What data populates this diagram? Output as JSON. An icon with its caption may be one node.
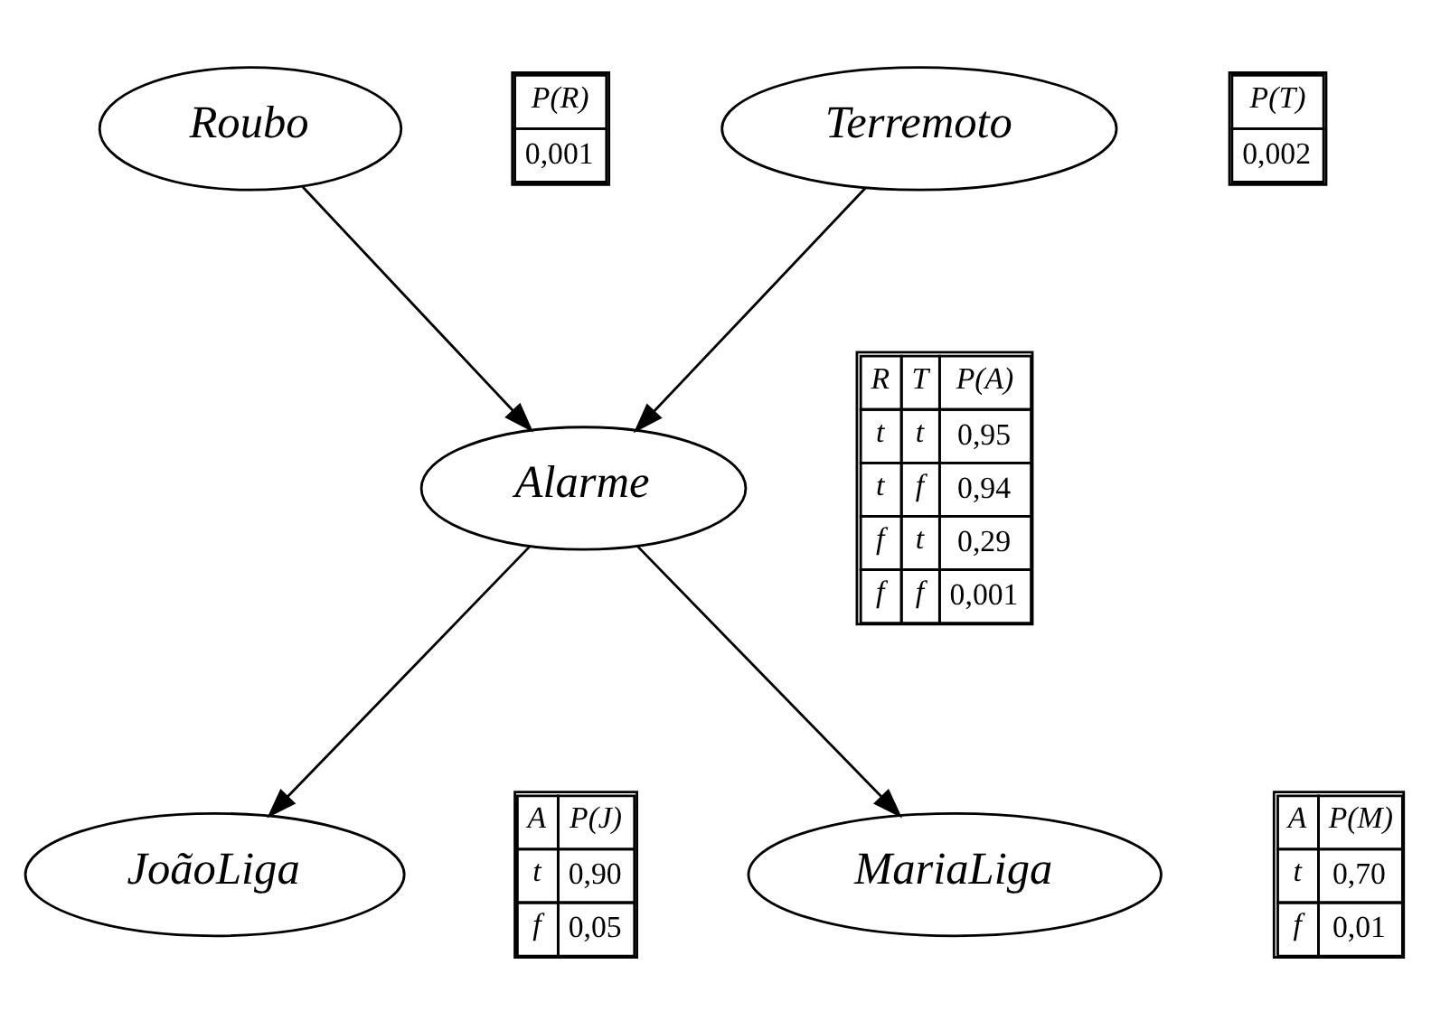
{
  "diagram": {
    "nodes": [
      {
        "text": [
          "Roubo"
        ]
      },
      {
        "text": [
          "Terremoto"
        ]
      },
      {
        "text": [
          "Alarme"
        ]
      },
      {
        "text": [
          "JoãoLiga"
        ]
      },
      {
        "text": [
          "MariaLiga"
        ]
      }
    ],
    "edges": [
      {
        "from": 0,
        "to": 2,
        "arrow": "to"
      },
      {
        "from": 1,
        "to": 2,
        "arrow": "to"
      },
      {
        "from": 2,
        "to": 3,
        "arrow": "to"
      },
      {
        "from": 2,
        "to": 4,
        "arrow": "to"
      }
    ],
    "labels": [
      "P(R)",
      "0,001",
      "P(T)",
      "0,002",
      "R",
      "T",
      "P(A)",
      "t",
      "t",
      "0,95",
      "t",
      "f",
      "0,94",
      "f",
      "t",
      "0,29",
      "f",
      "f",
      "0,001",
      "A",
      "P(J)",
      "t",
      "0,90",
      "f",
      "0,05",
      "A",
      "P(M)",
      "t",
      "0,70",
      "f",
      "0,01"
    ]
  }
}
